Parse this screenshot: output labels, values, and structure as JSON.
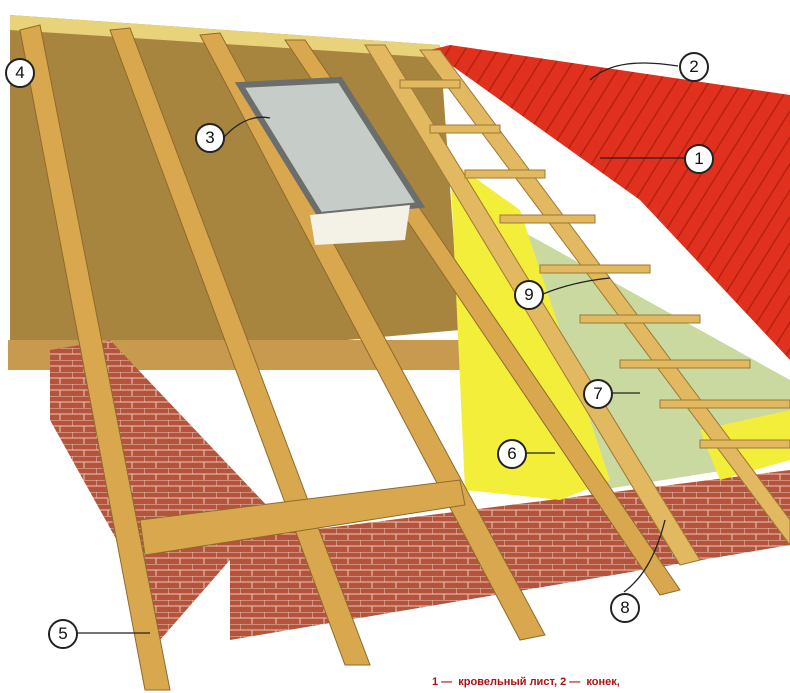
{
  "diagram": {
    "callouts": [
      "1",
      "2",
      "3",
      "4",
      "5",
      "6",
      "7",
      "8",
      "9"
    ],
    "caption": "1 —  кровельный лист, 2 —  конек,"
  },
  "colors": {
    "roof_red": "#e0301e",
    "wood": "#d9a84e",
    "panel": "#a8853e",
    "brick": "#b5533c",
    "insulation": "#f2ee3a",
    "membrane": "#c9d9a0"
  }
}
